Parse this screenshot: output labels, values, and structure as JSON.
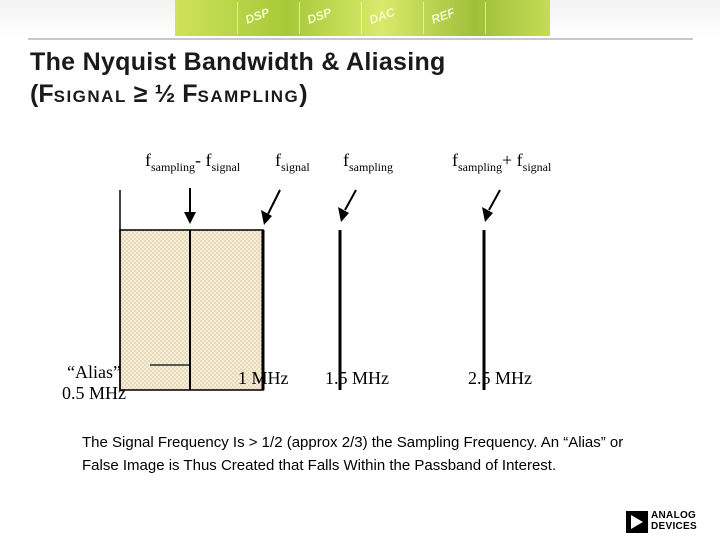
{
  "slide": {
    "title_line1": "The Nyquist Bandwidth & Aliasing",
    "title2": {
      "open": "(F",
      "signal_sc": "SIGNAL",
      "geq": " ≥ ½ F",
      "sampling_sc": "SAMPLING",
      "close": ")"
    }
  },
  "diagram": {
    "labels": {
      "alias_top": {
        "f1": "f",
        "s1": "sampling",
        "mid": "- f",
        "s2": "signal"
      },
      "signal_top": {
        "f": "f",
        "s": "signal"
      },
      "sampling_top": {
        "f": "f",
        "s": "sampling"
      },
      "sum_top": {
        "f1": "f",
        "s1": "sampling",
        "mid": "+ f",
        "s2": "signal"
      }
    },
    "bottom": {
      "alias_line1": "“Alias”",
      "alias_line2": "0.5 MHz",
      "signal_freq": "1 MHz",
      "sampling_freq": "1.5 MHz",
      "sum_freq": "2.5 MHz"
    },
    "colors": {
      "passband_fill": "#f2eed8",
      "hatch": "#d9a27a"
    }
  },
  "body_text": "The Signal Frequency Is > 1/2 (approx 2/3) the Sampling Frequency. An “Alias” or False Image is Thus Created that Falls Within the Passband of Interest.",
  "banner": {
    "tile_labels": [
      "DSP",
      "DSP",
      "DAC",
      "REF"
    ]
  },
  "logo": {
    "line1": "ANALOG",
    "line2": "DEVICES"
  }
}
